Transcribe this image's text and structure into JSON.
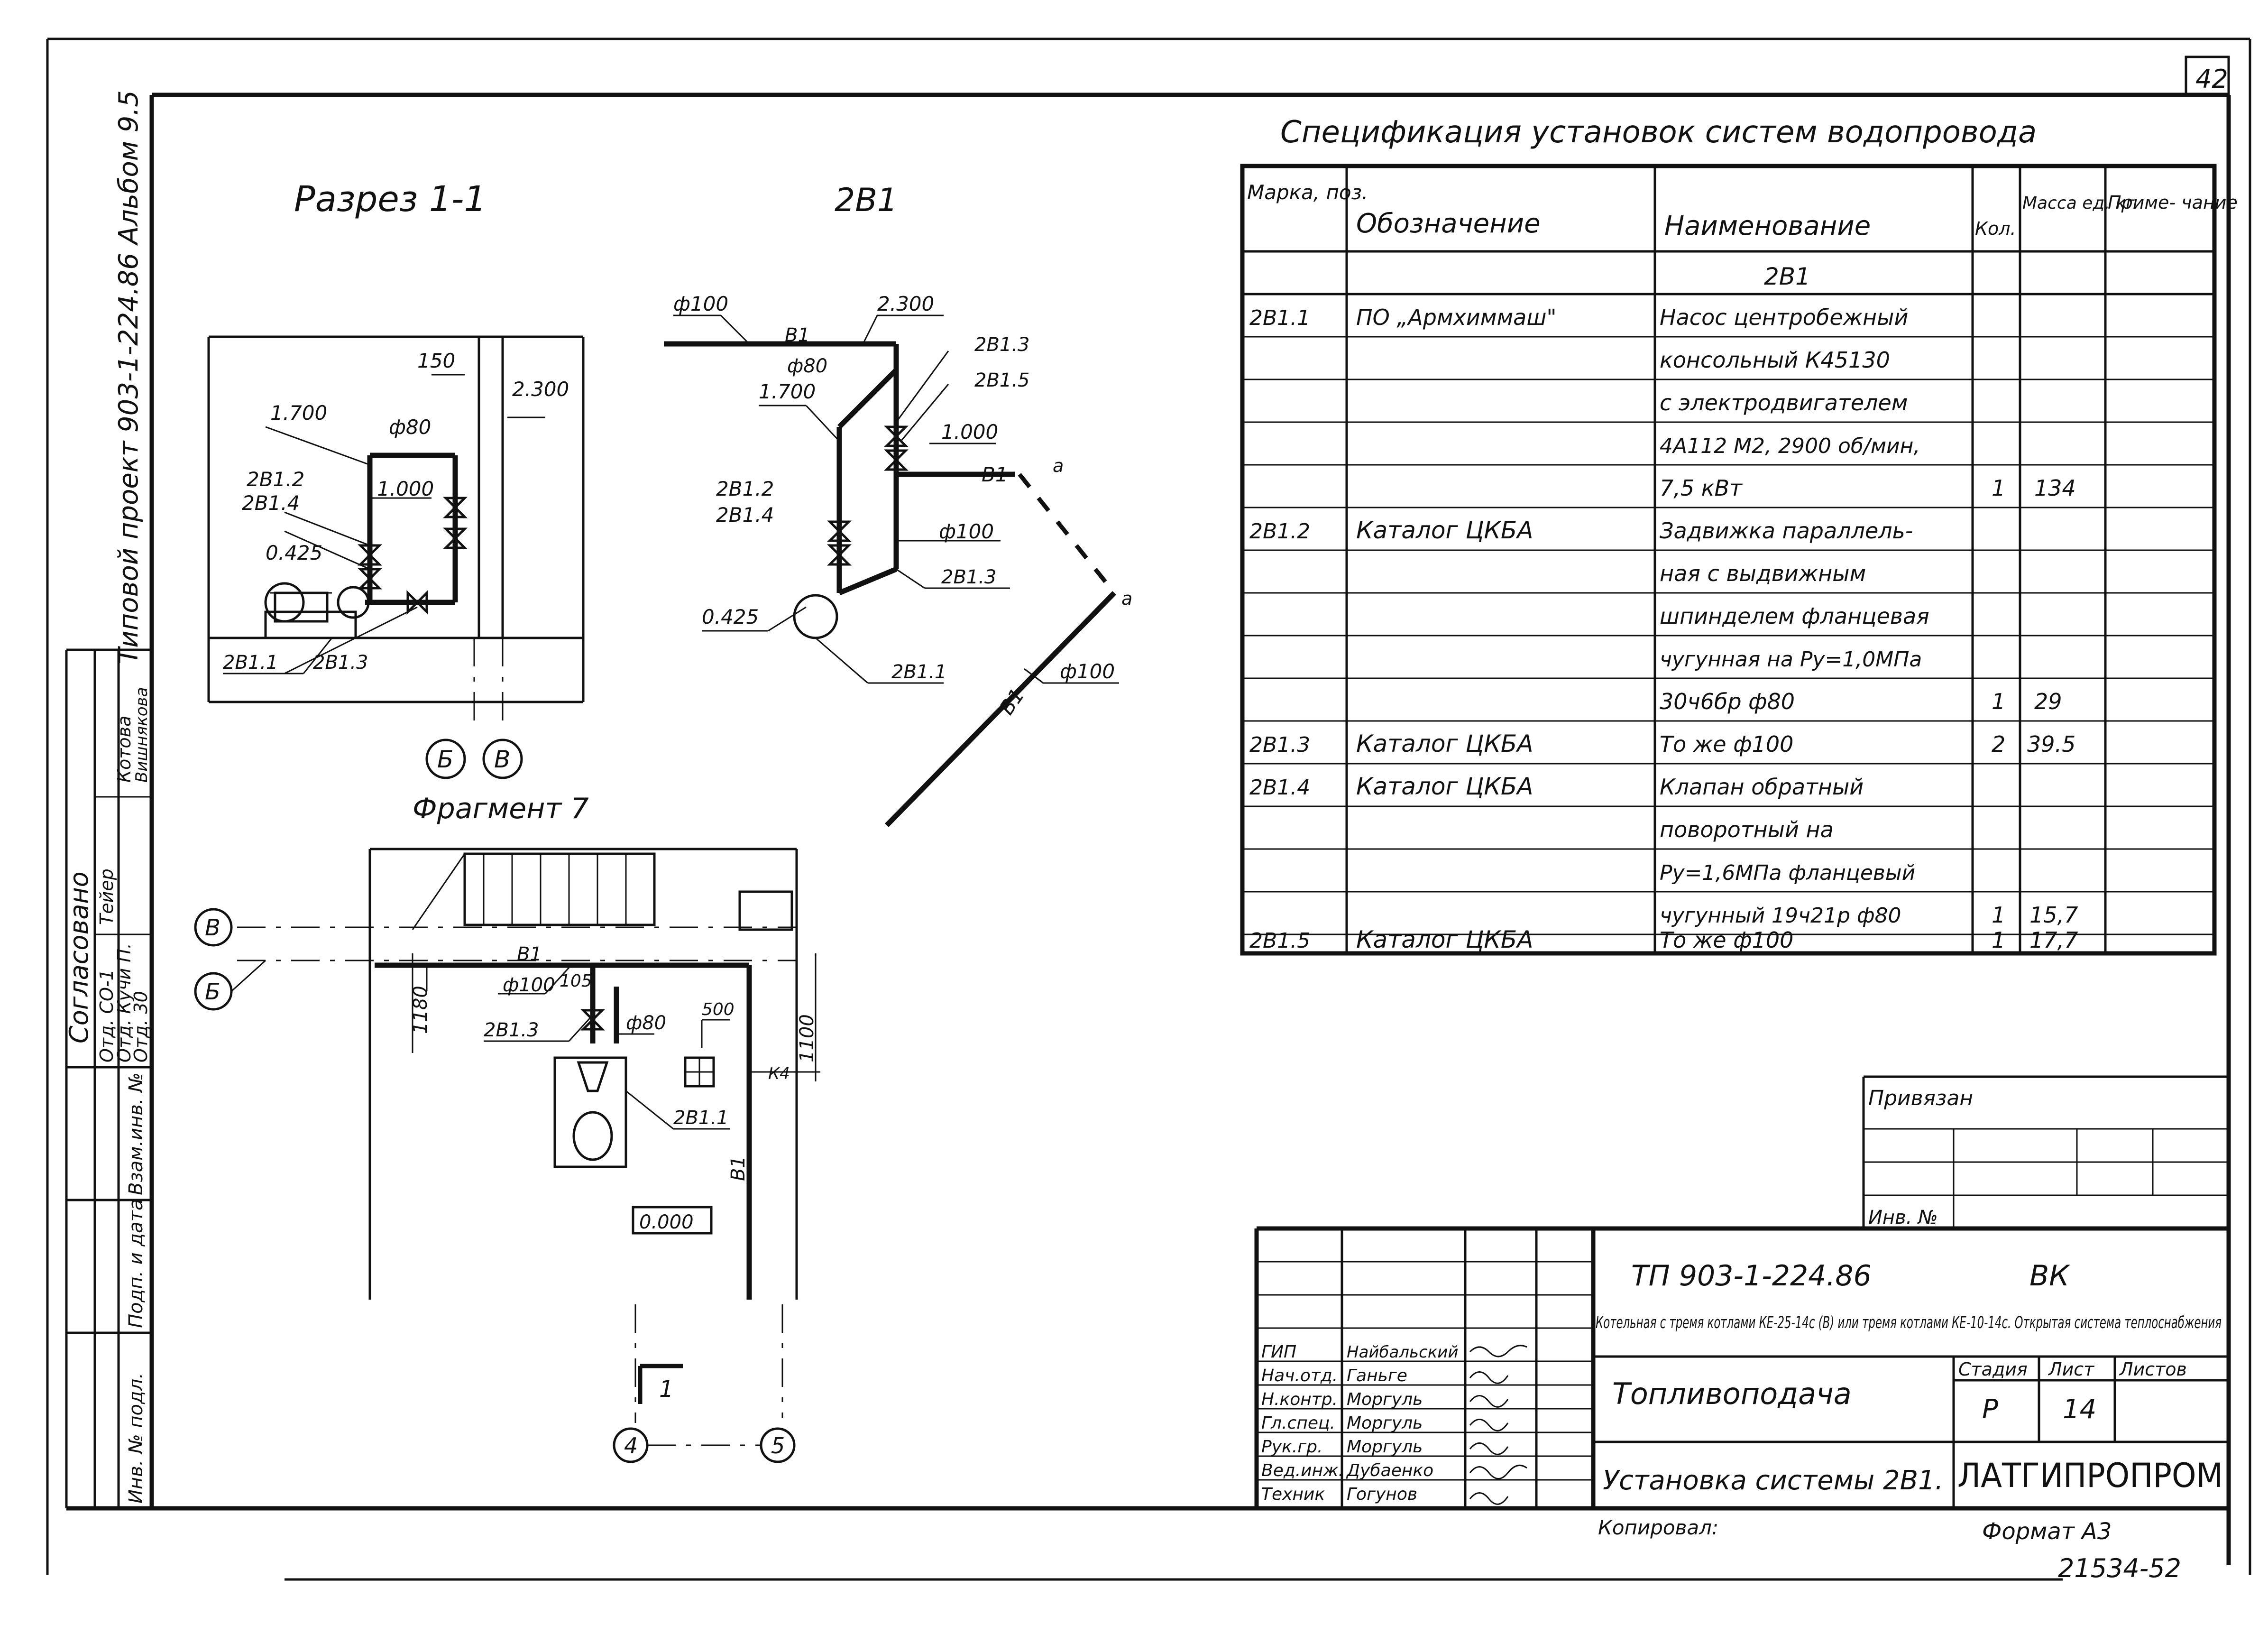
{
  "sheet_number_corner": "42",
  "side_strip": {
    "project_title": "Типовой проект 903-1-224.86 Альбом 9.5",
    "agreed": "Согласовано",
    "agreed_rows": [
      "Отд. СО-1",
      "Отд. Кучи П.",
      "Отд. 30"
    ],
    "agreed_names": [
      "Тейер",
      "Котова",
      "Вишнякова"
    ],
    "stamp_rows": [
      "Взам.инв. №",
      "Подп. и дата",
      "Инв. № подл."
    ]
  },
  "section_view": {
    "title": "Разрез 1-1",
    "labels": [
      "1.700",
      "150",
      "2.300",
      "ф80",
      "2В1.2",
      "2В1.4",
      "1.000",
      "0.425",
      "2В1.1",
      "2В1.3"
    ],
    "axes": [
      "Б",
      "В"
    ]
  },
  "iso_view": {
    "title": "2В1",
    "labels": [
      "ф100",
      "2.300",
      "В1",
      "ф80",
      "1.700",
      "2В1.3",
      "2В1.5",
      "1.000",
      "В1",
      "а",
      "2В1.2",
      "2В1.4",
      "ф100",
      "0.425",
      "2В1.3",
      "2В1.1",
      "а",
      "В1",
      "ф100"
    ]
  },
  "fragment_view": {
    "title": "Фрагмент 7",
    "axes_left": [
      "В",
      "Б"
    ],
    "labels": [
      "В1",
      "ф100",
      "105",
      "1180",
      "2В1.3",
      "ф80",
      "500",
      "1100",
      "К4",
      "2В1.1",
      "В1",
      "0.000"
    ],
    "axes_bottom": [
      "4",
      "5"
    ],
    "cut_mark": "1"
  },
  "spec_table": {
    "title": "Спецификация установок систем водопровода",
    "headers": [
      "Марка, поз.",
      "Обозначение",
      "Наименование",
      "Кол.",
      "Масса ед. кг",
      "Приме- чание"
    ],
    "group": "2В1",
    "rows": [
      {
        "mark": "2В1.1",
        "designation": "ПО „Армхиммаш\"",
        "name": "Насос центробежный",
        "qty": "",
        "mass": "",
        "note": ""
      },
      {
        "mark": "",
        "designation": "",
        "name": "консольный К45130",
        "qty": "",
        "mass": "",
        "note": ""
      },
      {
        "mark": "",
        "designation": "",
        "name": "с электродвигателем",
        "qty": "",
        "mass": "",
        "note": ""
      },
      {
        "mark": "",
        "designation": "",
        "name": "4А112 М2, 2900 об/мин,",
        "qty": "",
        "mass": "",
        "note": ""
      },
      {
        "mark": "",
        "designation": "",
        "name": "7,5 кВт",
        "qty": "1",
        "mass": "134",
        "note": ""
      },
      {
        "mark": "2В1.2",
        "designation": "Каталог ЦКБА",
        "name": "Задвижка параллель-",
        "qty": "",
        "mass": "",
        "note": ""
      },
      {
        "mark": "",
        "designation": "",
        "name": "ная с выдвижным",
        "qty": "",
        "mass": "",
        "note": ""
      },
      {
        "mark": "",
        "designation": "",
        "name": "шпинделем фланцевая",
        "qty": "",
        "mass": "",
        "note": ""
      },
      {
        "mark": "",
        "designation": "",
        "name": "чугунная на Ру=1,0МПа",
        "qty": "",
        "mass": "",
        "note": ""
      },
      {
        "mark": "",
        "designation": "",
        "name": "30ч6бр ф80",
        "qty": "1",
        "mass": "29",
        "note": ""
      },
      {
        "mark": "2В1.3",
        "designation": "Каталог ЦКБА",
        "name": "То же ф100",
        "qty": "2",
        "mass": "39.5",
        "note": ""
      },
      {
        "mark": "2В1.4",
        "designation": "Каталог ЦКБА",
        "name": "Клапан обратный",
        "qty": "",
        "mass": "",
        "note": ""
      },
      {
        "mark": "",
        "designation": "",
        "name": "поворотный на",
        "qty": "",
        "mass": "",
        "note": ""
      },
      {
        "mark": "",
        "designation": "",
        "name": "Ру=1,6МПа фланцевый",
        "qty": "",
        "mass": "",
        "note": ""
      },
      {
        "mark": "",
        "designation": "",
        "name": "чугунный 19ч21р ф80",
        "qty": "1",
        "mass": "15,7",
        "note": ""
      },
      {
        "mark": "2В1.5",
        "designation": "Каталог ЦКБА",
        "name": "То же ф100",
        "qty": "1",
        "mass": "17,7",
        "note": ""
      }
    ]
  },
  "binding": {
    "label": "Привязан",
    "inv": "Инв. №"
  },
  "title_block": {
    "doc_code": "ТП 903-1-224.86",
    "section_mark": "ВК",
    "project_name": "Котельная с тремя котлами КЕ-25-14с (В) или тремя котлами КЕ-10-14с. Открытая система теплоснабжения",
    "part_name": "Топливоподача",
    "stage_header": "Стадия",
    "sheet_header": "Лист",
    "sheets_header": "Листов",
    "stage": "Р",
    "sheet": "14",
    "drawing_name": "Установка системы 2В1.",
    "org": "ЛАТГИПРОПРОМ",
    "staff": [
      {
        "role": "ГИП",
        "name": "Найбальский"
      },
      {
        "role": "Нач.отд.",
        "name": "Ганьге"
      },
      {
        "role": "Н.контр.",
        "name": "Моргуль"
      },
      {
        "role": "Гл.спец.",
        "name": "Моргуль"
      },
      {
        "role": "Рук.гр.",
        "name": "Моргуль"
      },
      {
        "role": "Вед.инж.",
        "name": "Дубаенко"
      },
      {
        "role": "Техник",
        "name": "Гогунов"
      }
    ],
    "copied": "Копировал:",
    "format": "Формат А3",
    "inventory": "21534-52"
  }
}
